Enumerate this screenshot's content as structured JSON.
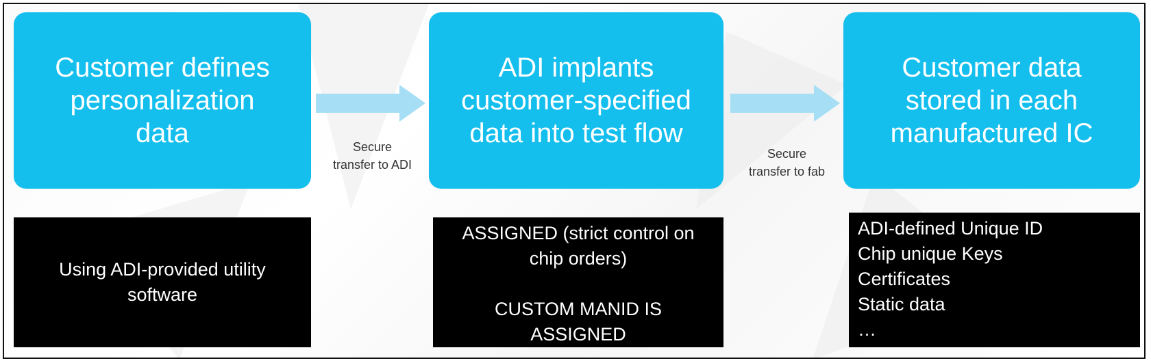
{
  "steps": [
    {
      "label": "Customer defines\npersonalization\ndata"
    },
    {
      "label": "ADI implants\ncustomer-specified\ndata into test flow"
    },
    {
      "label": "Customer data\nstored in each\nmanufactured IC"
    }
  ],
  "transfers": [
    {
      "label": "Secure\ntransfer to ADI"
    },
    {
      "label": "Secure\ntransfer to fab"
    }
  ],
  "details": [
    {
      "text": "Using ADI-provided utility\nsoftware"
    },
    {
      "text": "ASSIGNED (strict control on\nchip orders)\n\nCUSTOM MANID IS\nASSIGNED"
    },
    {
      "text": "ADI-defined Unique ID\nChip unique Keys\nCertificates\nStatic data\n…"
    }
  ],
  "colors": {
    "step_fill": "#14bfee",
    "arrow_fill": "#a6dff5",
    "detail_fill": "#000000"
  }
}
